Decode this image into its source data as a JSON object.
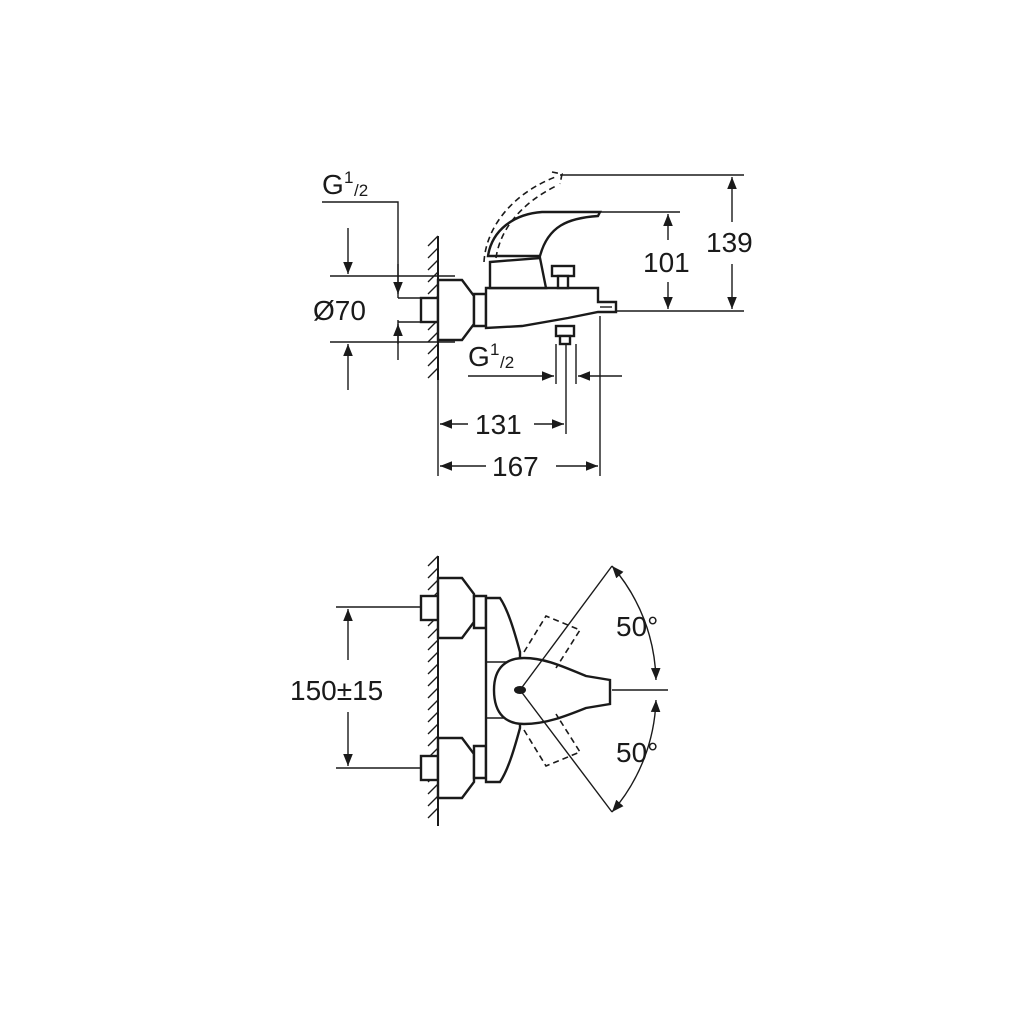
{
  "side_view": {
    "thread_top": {
      "main": "G",
      "sup": "1",
      "sub": "/2"
    },
    "diameter": "Ø70",
    "height_lever": "101",
    "height_total": "139",
    "thread_outlet": {
      "main": "G",
      "sup": "1",
      "sub": "/2"
    },
    "depth_outlet": "131",
    "depth_total": "167"
  },
  "top_view": {
    "centre_distance": "150±15",
    "angle_upper": "50°",
    "angle_lower": "50°"
  },
  "colors": {
    "line": "#1a1a1a",
    "background": "#ffffff"
  }
}
